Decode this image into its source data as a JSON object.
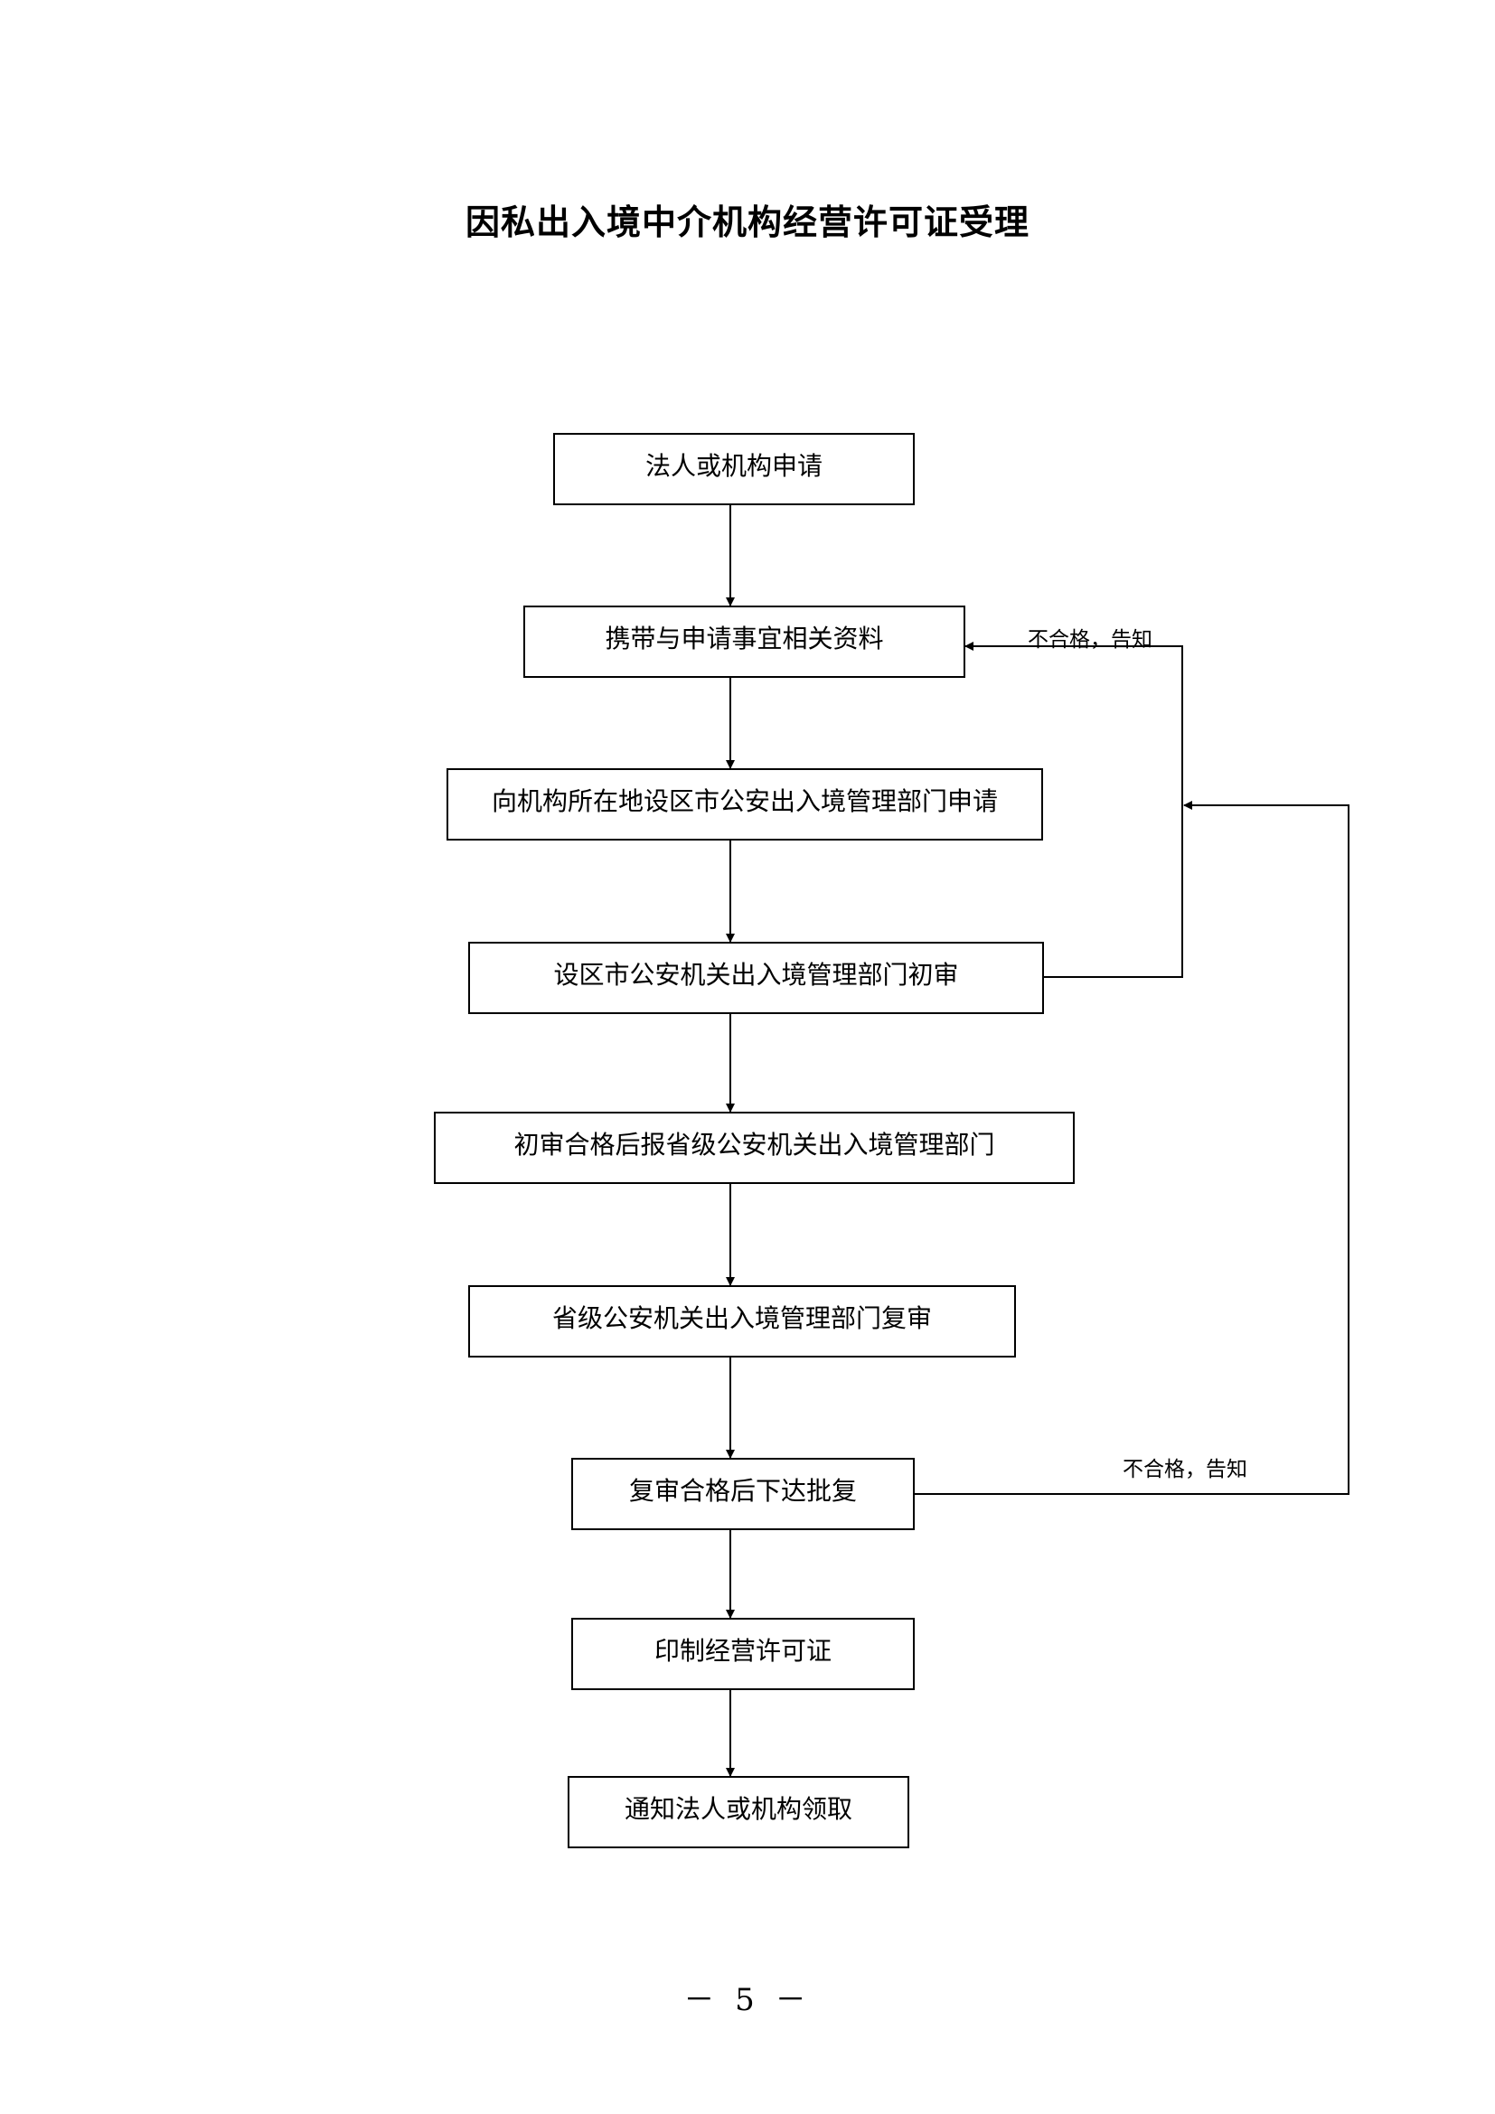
{
  "title": "因私出入境中介机构经营许可证受理",
  "steps": [
    "法人或机构申请",
    "携带与申请事宜相关资料",
    "向机构所在地设区市公安出入境管理部门申请",
    "设区市公安机关出入境管理部门初审",
    "初审合格后报省级公安机关出入境管理部门",
    "省级公安机关出入境管理部门复审",
    "复审合格后下达批复",
    "印制经营许可证",
    "通知法人或机构领取"
  ],
  "feedback_labels": [
    "不合格，告知",
    "不合格，告知"
  ],
  "page_number": "－ 5 －"
}
